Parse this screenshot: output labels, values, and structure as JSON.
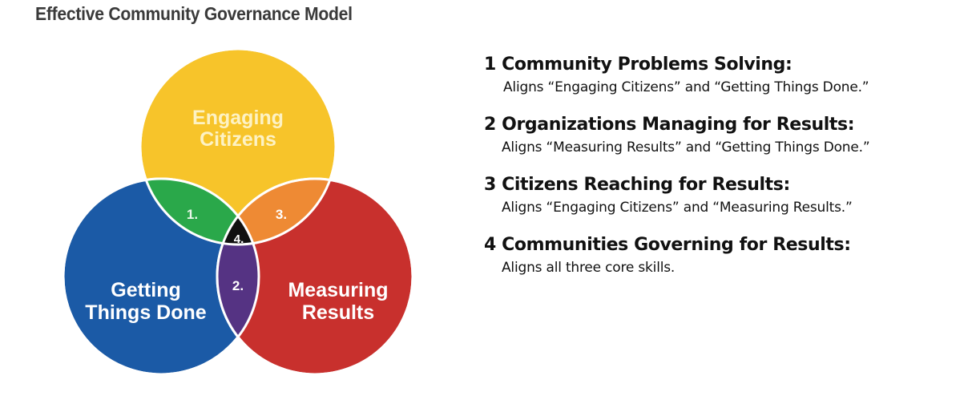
{
  "title": "Effective Community Governance Model",
  "colors": {
    "engaging_citizens": "#f7c42a",
    "getting_things_done": "#1b5aa6",
    "measuring_results": "#c8302d",
    "overlap_1": "#2aa84a",
    "overlap_2": "#553383",
    "overlap_3": "#ee8a34",
    "overlap_4": "#111111"
  },
  "diagram": {
    "circles": [
      {
        "id": "engaging",
        "line1": "Engaging",
        "line2": "Citizens"
      },
      {
        "id": "getting",
        "line1": "Getting",
        "line2": "Things Done"
      },
      {
        "id": "measuring",
        "line1": "Measuring",
        "line2": "Results"
      }
    ],
    "overlaps": [
      {
        "label": "1."
      },
      {
        "label": "2."
      },
      {
        "label": "3."
      },
      {
        "label": "4."
      }
    ]
  },
  "items": [
    {
      "heading": "1 Community Problems Solving:",
      "desc": "Aligns “Engaging Citizens” and “Getting Things Done.”"
    },
    {
      "heading": "2 Organizations Managing for Results:",
      "desc": "Aligns “Measuring Results” and “Getting Things Done.”"
    },
    {
      "heading": "3 Citizens Reaching for Results:",
      "desc": "Aligns “Engaging Citizens” and “Measuring Results.”"
    },
    {
      "heading": "4 Communities Governing for Results:",
      "desc": "Aligns all three core skills."
    }
  ]
}
